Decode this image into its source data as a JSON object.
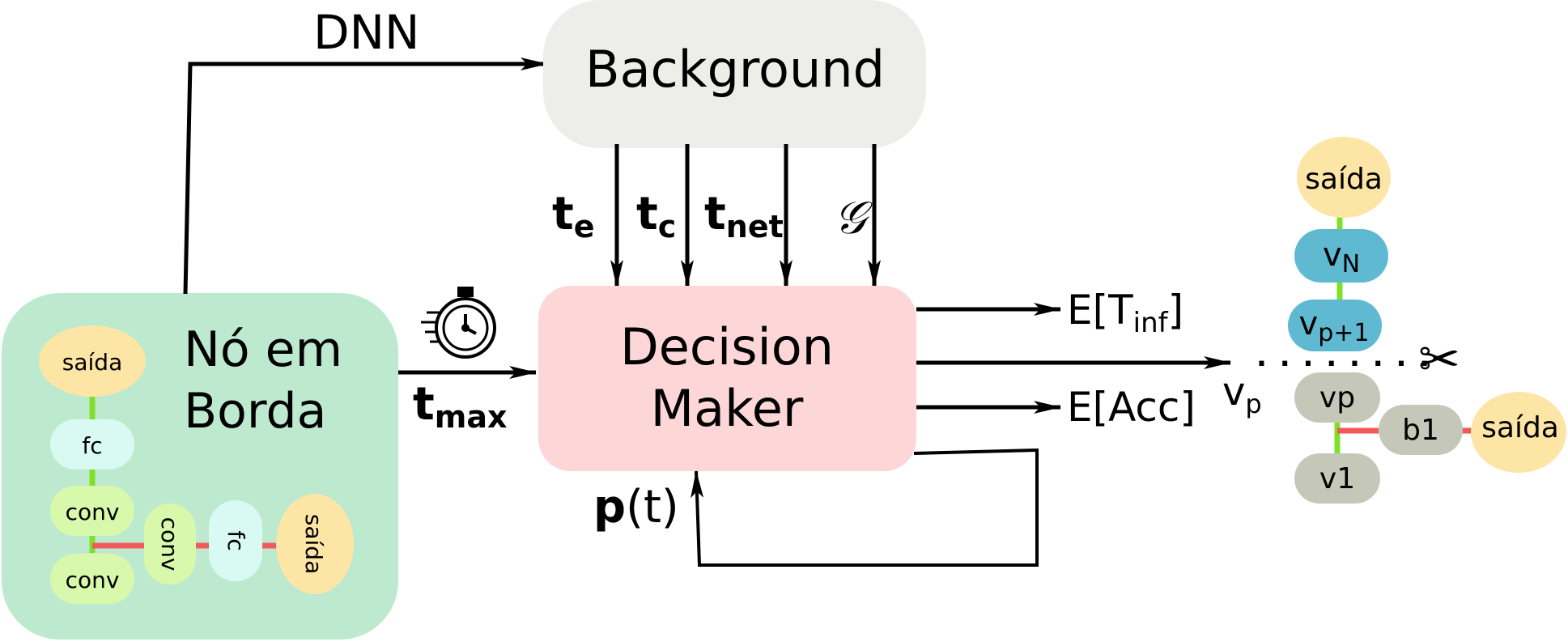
{
  "colors": {
    "edge_node_bg": "#bdeacf",
    "background_box": "#ededea",
    "decision_maker_box": "#fdd7d7",
    "output_node": "#fde5a5",
    "fc_node": "#d9faf3",
    "conv_node": "#d8f9ab",
    "vn_node": "#5eb9d1",
    "gray_node": "#c5c8b9",
    "green_link": "#7fe028",
    "red_link": "#f05a5a",
    "arrow": "#000000"
  },
  "labels": {
    "dnn": "DNN",
    "background": "Background",
    "decision_line1": "Decision",
    "decision_line2": "Maker",
    "edge_line1": "Nó em",
    "edge_line2": "Borda",
    "t_e_base": "t",
    "t_e_sub": "e",
    "t_c_base": "t",
    "t_c_sub": "c",
    "t_net_base": "t",
    "t_net_sub": "net",
    "graph_symbol": "𝒢",
    "t_max_base": "t",
    "t_max_sub": "max",
    "p_bold": "p",
    "p_rest": "(t)",
    "exp_tinf_pre": "E[T",
    "exp_tinf_sub": "inf",
    "exp_tinf_post": "]",
    "exp_acc": "E[Acc]",
    "vp_base": "v",
    "vp_sub": "p",
    "dots": ". . . . . . . .",
    "scissors": "✂",
    "stopwatch_icon": "stopwatch-icon"
  },
  "edge_dnn": {
    "saida_top": "saída",
    "fc": "fc",
    "conv1": "conv",
    "conv2": "conv",
    "branch_conv": "conv",
    "branch_fc": "fc",
    "branch_saida": "saída"
  },
  "partition_dnn": {
    "saida_top": "saída",
    "vn_base": "v",
    "vn_sub": "N",
    "vp1_base": "v",
    "vp1_sub": "p+1",
    "vp": "vp",
    "v1": "v1",
    "b1": "b1",
    "saida_branch": "saída"
  }
}
